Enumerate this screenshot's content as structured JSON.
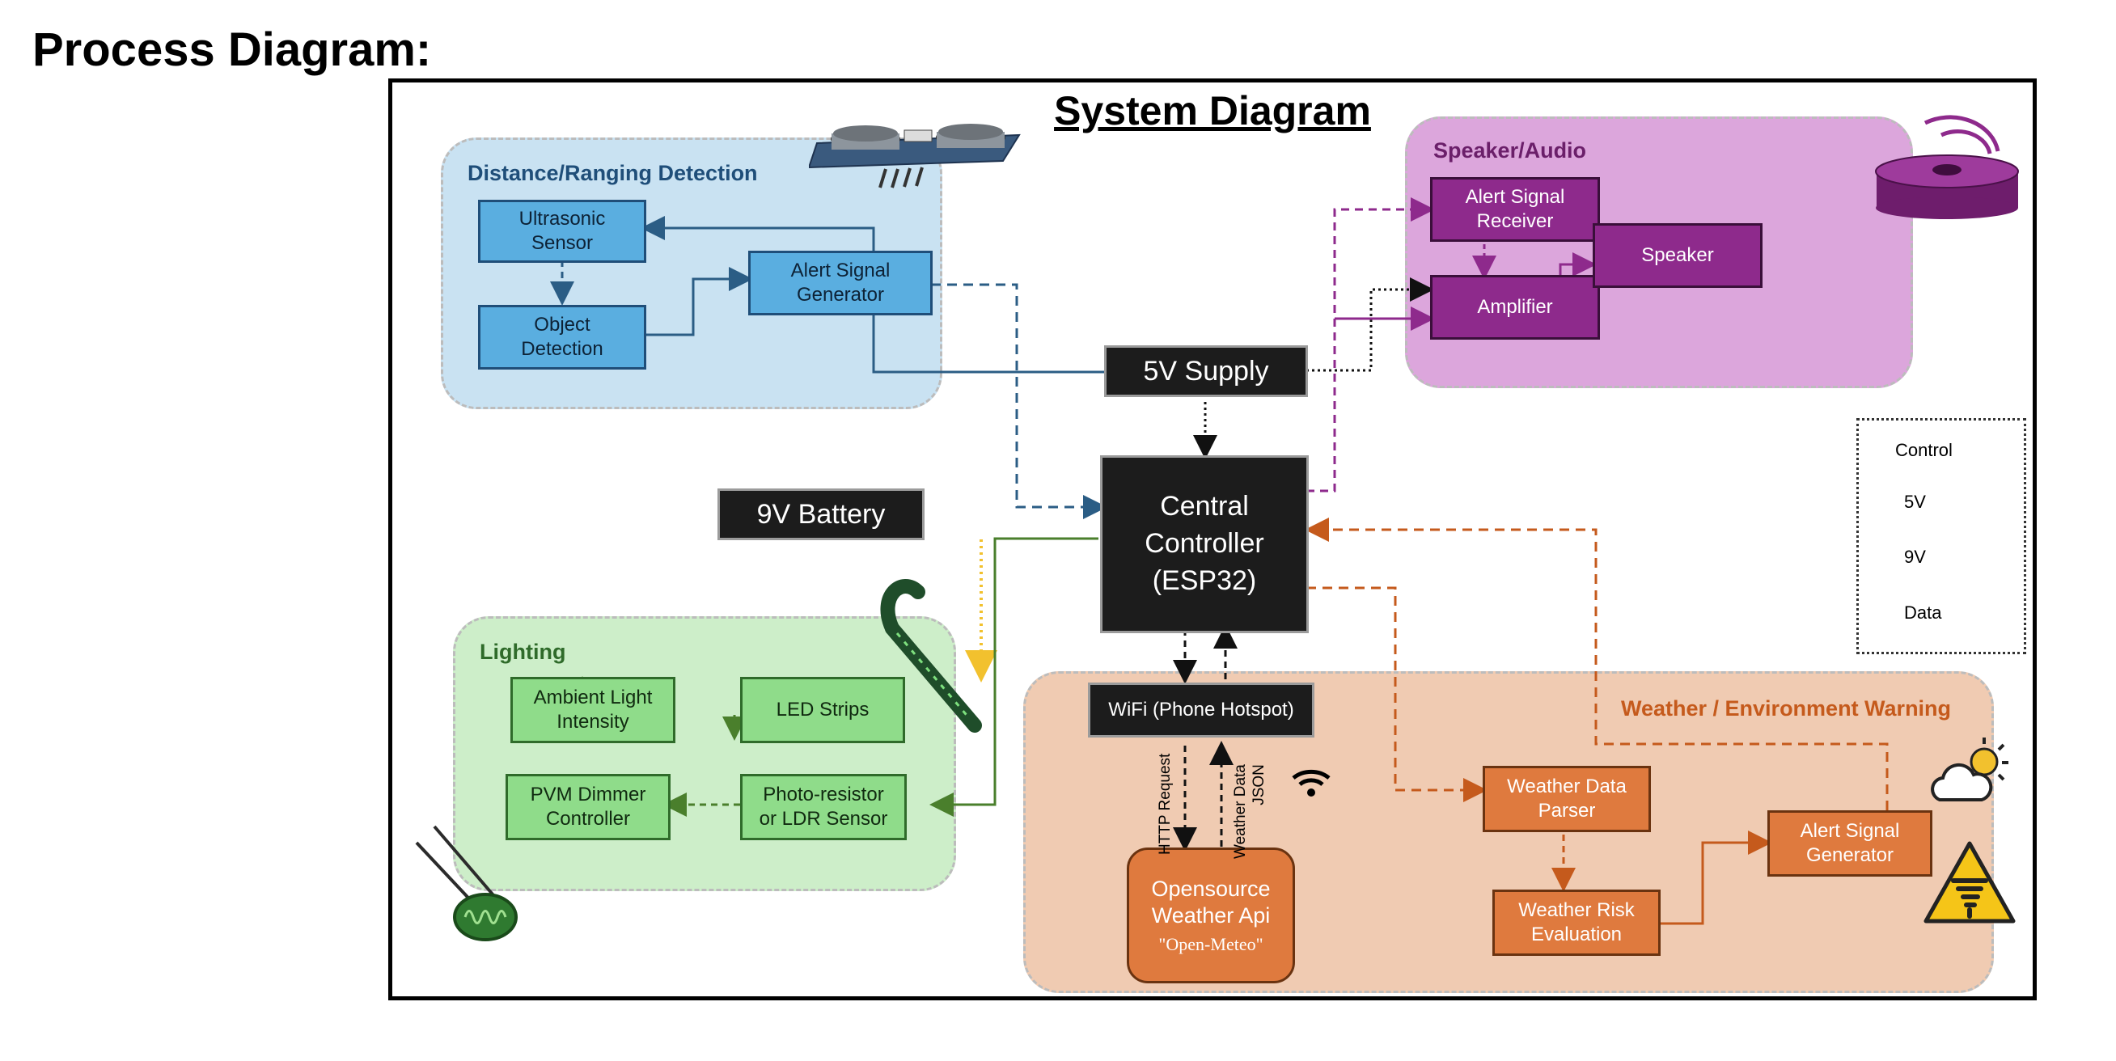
{
  "page": {
    "heading": "Process Diagram:"
  },
  "diagram": {
    "title": "System Diagram",
    "regions": {
      "distance": "Distance/Ranging Detection",
      "speaker": "Speaker/Audio",
      "lighting": "Lighting",
      "weather": "Weather / Environment Warning"
    },
    "nodes": {
      "ultrasonic": "Ultrasonic\nSensor",
      "object_detection": "Object\nDetection",
      "alert_gen_distance": "Alert Signal\nGenerator",
      "supply_5v": "5V Supply",
      "controller": "Central\nController\n(ESP32)",
      "battery_9v": "9V Battery",
      "alert_receiver": "Alert Signal\nReceiver",
      "amplifier": "Amplifier",
      "speaker": "Speaker",
      "ambient_light": "Ambient Light\nIntensity",
      "led_strips": "LED Strips",
      "pvm_dimmer": "PVM Dimmer\nController",
      "photo_resistor": "Photo-resistor\nor LDR Sensor",
      "wifi": "WiFi (Phone Hotspot)",
      "weather_api": "Opensource\nWeather Api",
      "weather_api_sub": "\"Open-Meteo\"",
      "weather_parser": "Weather Data\nParser",
      "weather_risk": "Weather Risk\nEvaluation",
      "alert_gen_weather": "Alert Signal\nGenerator"
    },
    "edge_labels": {
      "http_request": "HTTP Request",
      "weather_data": "Weather Data\nJSON"
    },
    "legend": {
      "control": "Control",
      "v5": "5V",
      "v9": "9V",
      "data": "Data"
    },
    "colors": {
      "distance_region": "#c9e2f2",
      "speaker_region": "#dca6dc",
      "lighting_region": "#cdeec9",
      "weather_region": "#f0cbb2",
      "blue_line": "#2b5d85",
      "purple_line": "#8e2a8c",
      "green_line": "#4a7f2c",
      "orange_line": "#c55a1c",
      "battery_line": "#f2c12e"
    },
    "icons": [
      "ultrasonic-sensor-icon",
      "speaker-icon",
      "cane-icon",
      "ldr-icon",
      "wifi-icon",
      "weather-cloud-icon",
      "tornado-warning-icon"
    ]
  }
}
